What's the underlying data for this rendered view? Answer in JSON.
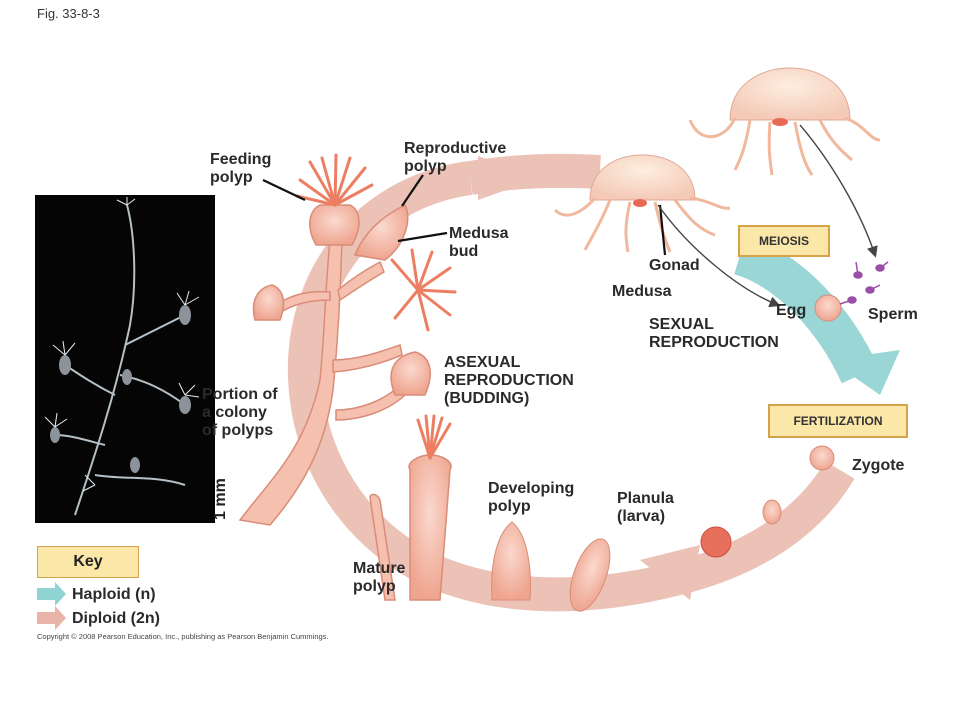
{
  "figure_label": "Fig. 33-8-3",
  "labels": {
    "feeding_polyp": [
      "Feeding",
      "polyp"
    ],
    "reproductive_polyp": [
      "Reproductive",
      "polyp"
    ],
    "medusa_bud": [
      "Medusa",
      "bud"
    ],
    "gonad": "Gonad",
    "medusa": "Medusa",
    "egg": "Egg",
    "sperm": "Sperm",
    "sexual_reproduction": [
      "SEXUAL",
      "REPRODUCTION"
    ],
    "asexual_reproduction": [
      "ASEXUAL",
      "REPRODUCTION",
      "(BUDDING)"
    ],
    "portion_colony": [
      "Portion of",
      "a colony",
      "of polyps"
    ],
    "zygote": "Zygote",
    "developing_polyp": [
      "Developing",
      "polyp"
    ],
    "planula": [
      "Planula",
      "(larva)"
    ],
    "mature_polyp": [
      "Mature",
      "polyp"
    ],
    "scale": "1 mm"
  },
  "boxes": {
    "meiosis": "MEIOSIS",
    "fertilization": "FERTILIZATION"
  },
  "key": {
    "title": "Key",
    "haploid": "Haploid (n)",
    "diploid": "Diploid (2n)",
    "haploid_color": "#8fd3d3",
    "diploid_color": "#e8b4a8"
  },
  "copyright": "Copyright © 2008 Pearson Education, Inc., publishing as Pearson Benjamin Cummings."
}
